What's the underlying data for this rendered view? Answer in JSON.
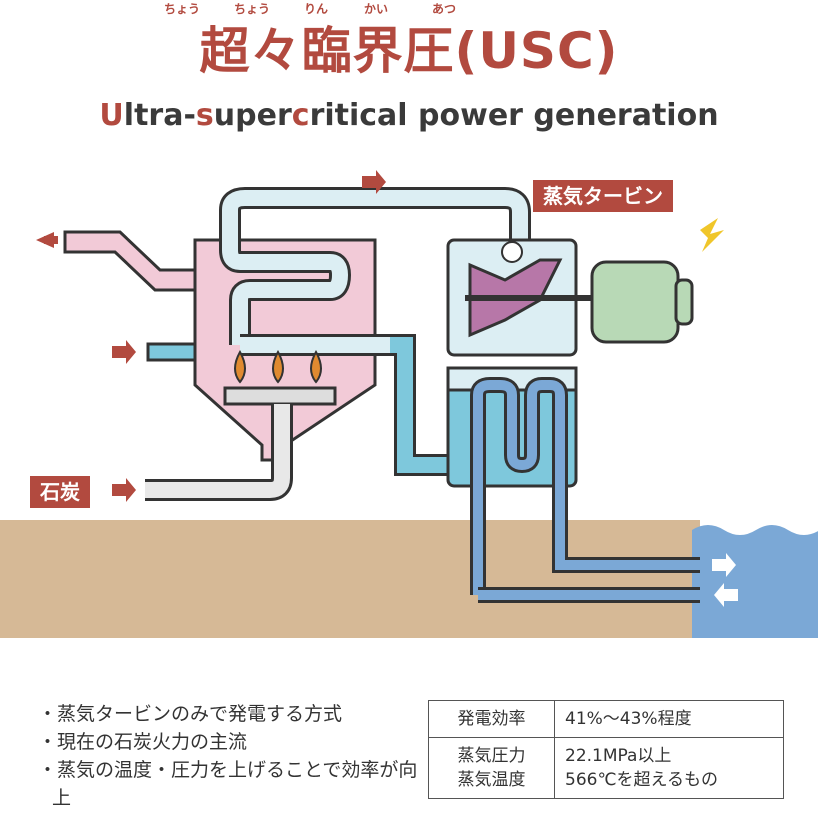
{
  "header": {
    "furigana": [
      "ちょう",
      "ちょう",
      "りん",
      "かい",
      "あつ"
    ],
    "title": "超々臨界圧(USC)",
    "subtitle_parts": [
      "U",
      "ltra-",
      "s",
      "uper",
      "c",
      "ritical power generation"
    ]
  },
  "diagram": {
    "turbine_label": "蒸気タービン",
    "coal_label": "石炭"
  },
  "bullets": [
    "・蒸気タービンのみで発電する方式",
    "・現在の石炭火力の主流",
    "・蒸気の温度・圧力を上げることで効率が向上"
  ],
  "spec": {
    "rows": [
      {
        "key": "発電効率",
        "value": "41%〜43%程度"
      },
      {
        "key": "蒸気圧力\n蒸気温度",
        "value": "22.1MPa以上\n566℃を超えるもの"
      }
    ]
  },
  "colors": {
    "accent": "#b24a3f",
    "boiler": "#f2cad7",
    "water": "#7ec8dc",
    "ground": "#d6b996",
    "sea": "#7ba8d6",
    "generator": "#b8d9b6",
    "turbine": "#b777a8"
  }
}
